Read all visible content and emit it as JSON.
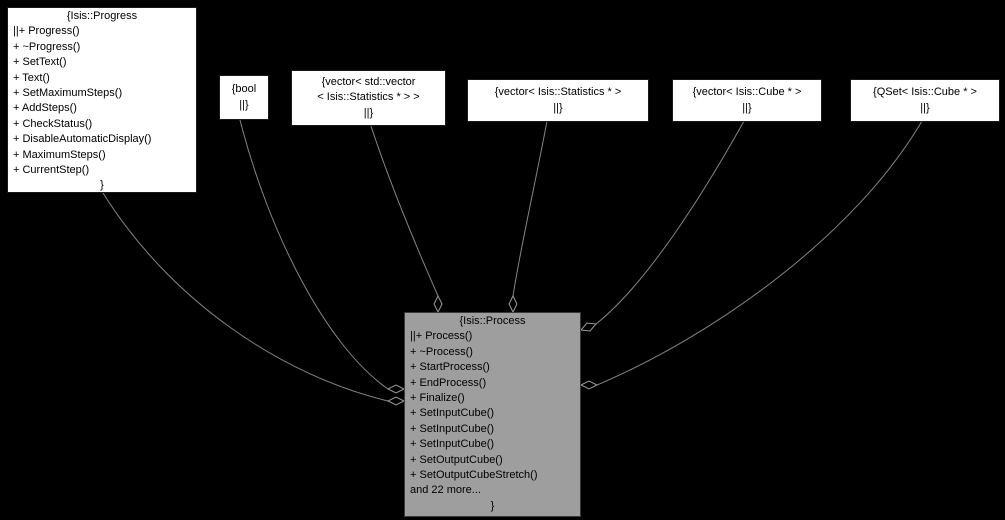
{
  "diagram": {
    "type": "collaboration-graph",
    "background_color": "#000000",
    "node_fill_color": "#ffffff",
    "highlight_node_fill_color": "#9e9e9e",
    "edge_color": "#848484",
    "nodes": {
      "progress": {
        "title": "{Isis::Progress",
        "members": [
          "||+ Progress()",
          "+ ~Progress()",
          "+ SetText()",
          "+ Text()",
          "+ SetMaximumSteps()",
          "+ AddSteps()",
          "+ CheckStatus()",
          "+ DisableAutomaticDisplay()",
          "+ MaximumSteps()",
          "+ CurrentStep()"
        ],
        "close": "}"
      },
      "bool": {
        "lines": [
          "{bool",
          "||}"
        ]
      },
      "vector_vector_statistics": {
        "lines": [
          "{vector< std::vector",
          "< Isis::Statistics * > >",
          "||}"
        ]
      },
      "vector_statistics": {
        "lines": [
          "{vector< Isis::Statistics * >",
          "||}"
        ]
      },
      "vector_cube": {
        "lines": [
          "{vector< Isis::Cube * >",
          "||}"
        ]
      },
      "qset_cube": {
        "lines": [
          "{QSet< Isis::Cube * >",
          "||}"
        ]
      },
      "process": {
        "title": "{Isis::Process",
        "members": [
          "||+ Process()",
          "+ ~Process()",
          "+ StartProcess()",
          "+ EndProcess()",
          "+ Finalize()",
          "+ SetInputCube()",
          "+ SetInputCube()",
          "+ SetInputCube()",
          "+ SetOutputCube()",
          "+ SetOutputCubeStretch()",
          "and 22 more..."
        ],
        "close": "}"
      }
    },
    "edges": [
      {
        "from": "progress",
        "to": "process",
        "relation": "aggregation"
      },
      {
        "from": "bool",
        "to": "process",
        "relation": "aggregation"
      },
      {
        "from": "vector_vector_statistics",
        "to": "process",
        "relation": "aggregation"
      },
      {
        "from": "vector_statistics",
        "to": "process",
        "relation": "aggregation"
      },
      {
        "from": "vector_cube",
        "to": "process",
        "relation": "aggregation"
      },
      {
        "from": "qset_cube",
        "to": "process",
        "relation": "aggregation"
      }
    ]
  }
}
